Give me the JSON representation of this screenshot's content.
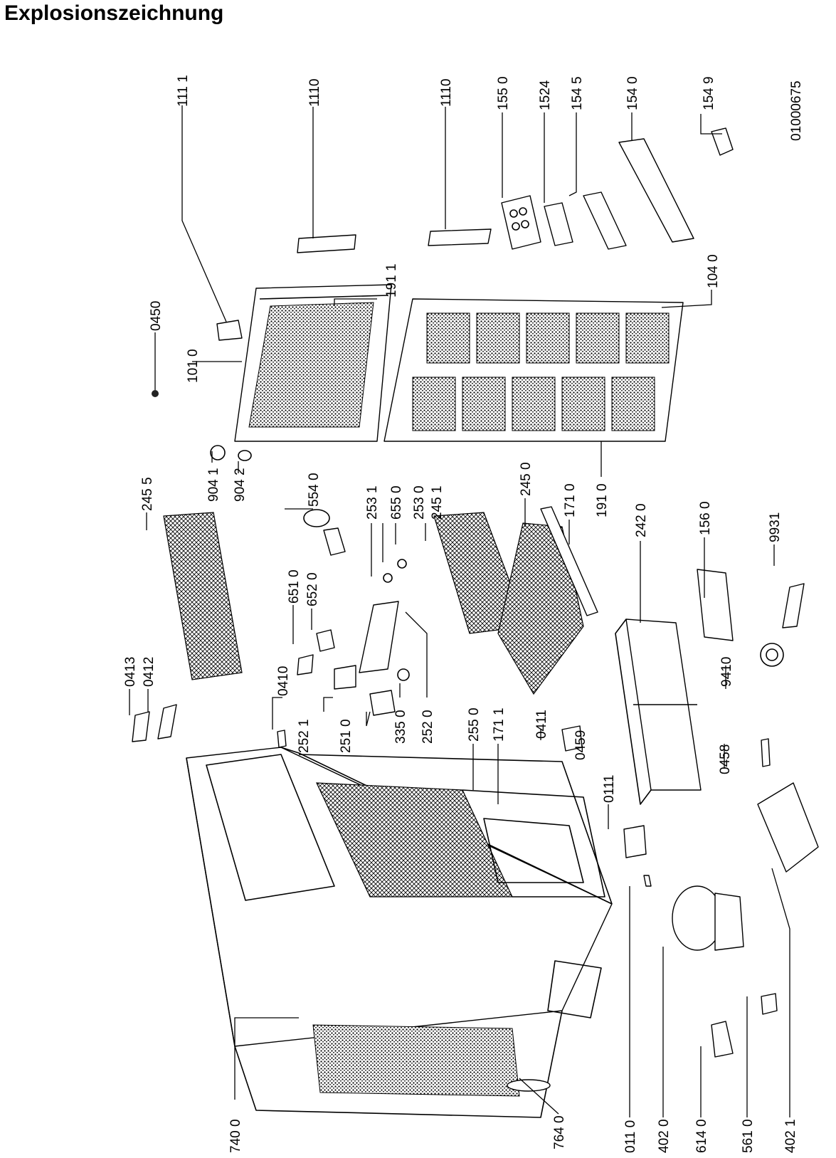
{
  "title": "Explosionszeichnung",
  "drawing_number": "01000675",
  "labels": [
    {
      "id": "1111",
      "text": "111 1"
    },
    {
      "id": "1110a",
      "text": "1110"
    },
    {
      "id": "1110b",
      "text": "1110"
    },
    {
      "id": "1550",
      "text": "155 0"
    },
    {
      "id": "1524",
      "text": "1524"
    },
    {
      "id": "1545",
      "text": "154 5"
    },
    {
      "id": "1540",
      "text": "154 0"
    },
    {
      "id": "1549",
      "text": "154 9"
    },
    {
      "id": "0450",
      "text": "0450"
    },
    {
      "id": "1010",
      "text": "101 0"
    },
    {
      "id": "1911",
      "text": "191 1"
    },
    {
      "id": "1040",
      "text": "104 0"
    },
    {
      "id": "2455",
      "text": "245 5"
    },
    {
      "id": "9041",
      "text": "904 1"
    },
    {
      "id": "9042",
      "text": "904 2"
    },
    {
      "id": "5540",
      "text": "554 0"
    },
    {
      "id": "2531",
      "text": "253 1"
    },
    {
      "id": "6550",
      "text": "655 0"
    },
    {
      "id": "2530",
      "text": "253 0"
    },
    {
      "id": "2451",
      "text": "245 1"
    },
    {
      "id": "2450",
      "text": "245 0"
    },
    {
      "id": "1710",
      "text": "171 0"
    },
    {
      "id": "1910",
      "text": "191 0"
    },
    {
      "id": "2420",
      "text": "242 0"
    },
    {
      "id": "1560",
      "text": "156 0"
    },
    {
      "id": "9931",
      "text": "9931"
    },
    {
      "id": "0413",
      "text": "0413"
    },
    {
      "id": "0412",
      "text": "0412"
    },
    {
      "id": "6510",
      "text": "651 0"
    },
    {
      "id": "6520",
      "text": "652 0"
    },
    {
      "id": "0410",
      "text": "0410"
    },
    {
      "id": "2521",
      "text": "252 1"
    },
    {
      "id": "2510",
      "text": "251 0"
    },
    {
      "id": "3350",
      "text": "335 0"
    },
    {
      "id": "2520",
      "text": "252 0"
    },
    {
      "id": "2550",
      "text": "255 0"
    },
    {
      "id": "1711",
      "text": "171 1"
    },
    {
      "id": "0411",
      "text": "0411"
    },
    {
      "id": "0459",
      "text": "0459"
    },
    {
      "id": "9410",
      "text": "9410"
    },
    {
      "id": "0458",
      "text": "0458"
    },
    {
      "id": "0111",
      "text": "0111"
    },
    {
      "id": "7400",
      "text": "740 0"
    },
    {
      "id": "7640",
      "text": "764 0"
    },
    {
      "id": "0110",
      "text": "011 0"
    },
    {
      "id": "4020",
      "text": "402 0"
    },
    {
      "id": "6140",
      "text": "614 0"
    },
    {
      "id": "5610",
      "text": "561 0"
    },
    {
      "id": "4021",
      "text": "402 1"
    }
  ]
}
